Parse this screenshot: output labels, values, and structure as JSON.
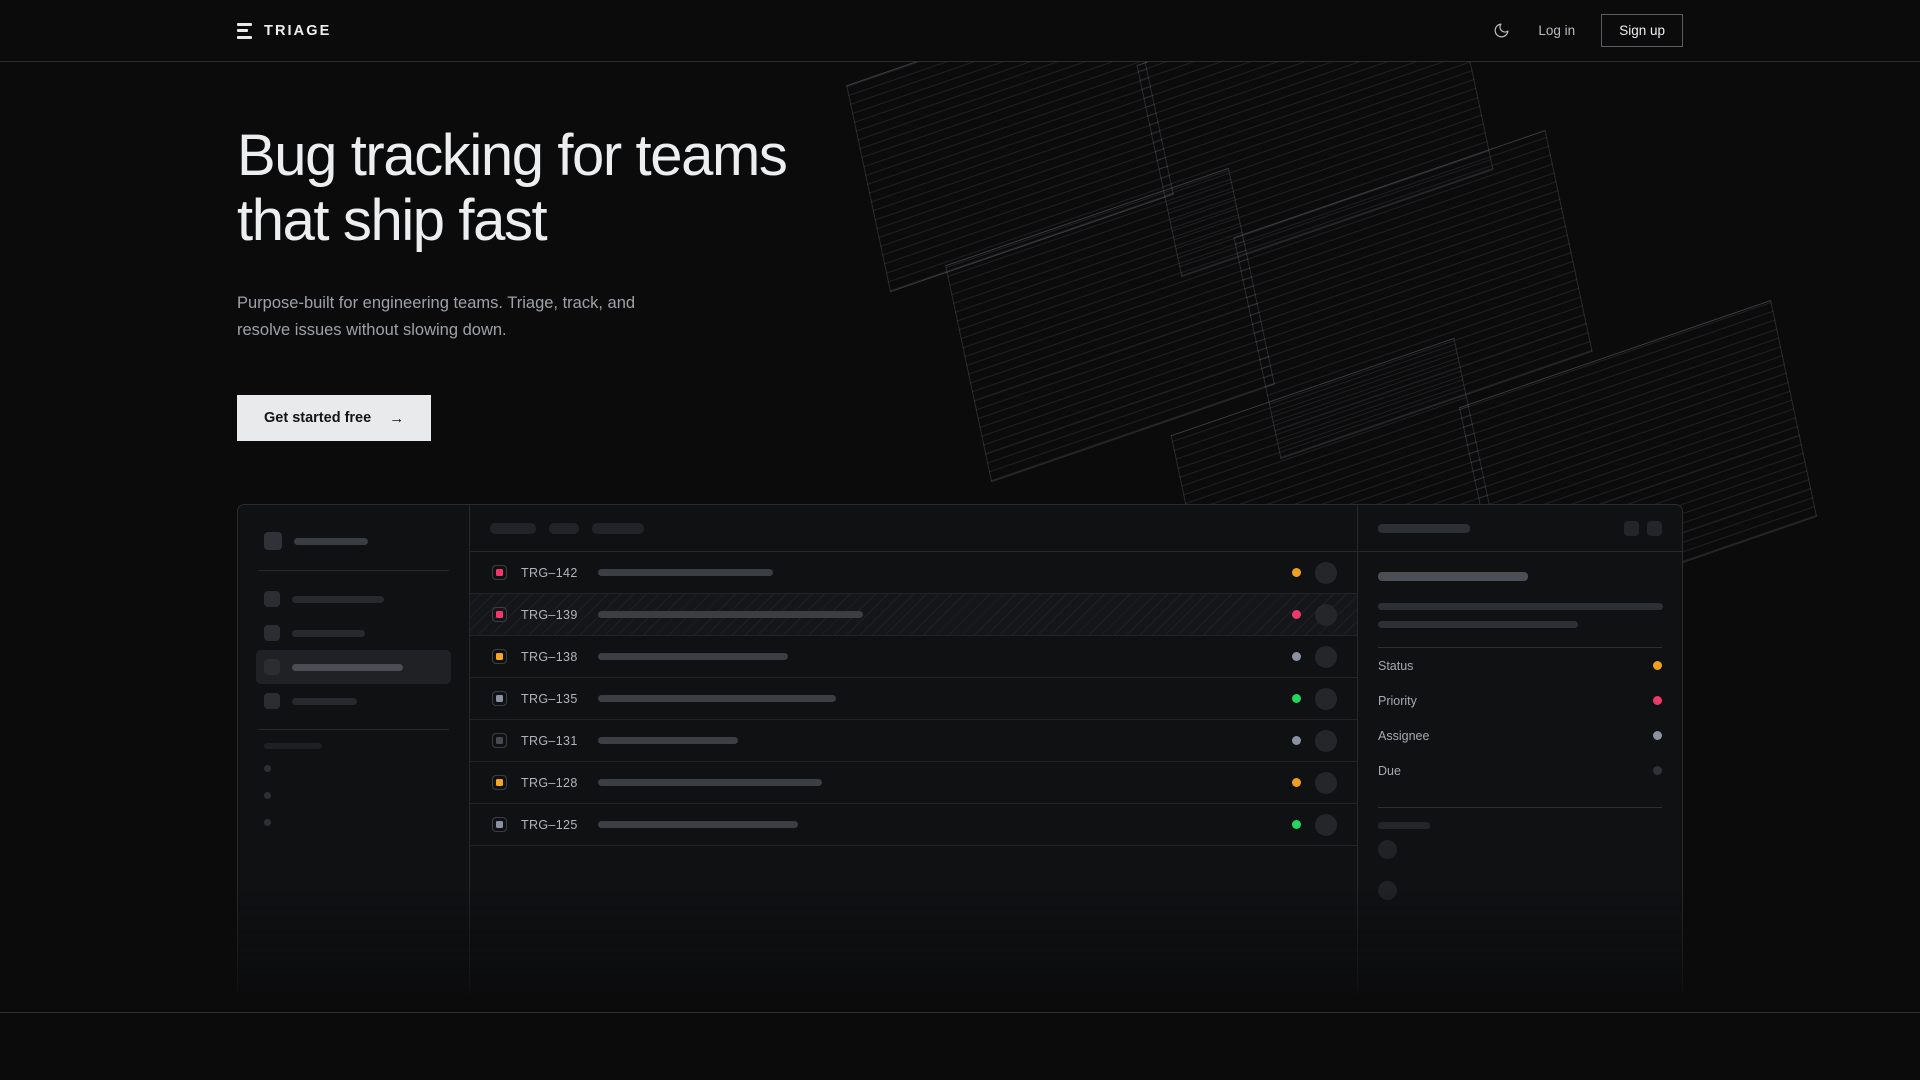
{
  "header": {
    "brand": "TRIAGE",
    "brand_icon": "stacked-bars-logo-icon",
    "theme_toggle_icon": "moon-icon",
    "login_label": "Log in",
    "signup_label": "Sign up"
  },
  "hero": {
    "title_line1": "Bug tracking for teams",
    "title_line2": "that ship fast",
    "subtitle_line1": "Purpose-built for engineering teams. Triage, track, and",
    "subtitle_line2": "resolve issues without slowing down.",
    "cta_label": "Get started free",
    "cta_arrow": "→"
  },
  "mockup": {
    "sidebar": {
      "nav_items": [
        {
          "name": "nav-item-1",
          "width": 92,
          "active": false
        },
        {
          "name": "nav-item-2",
          "width": 73,
          "active": false
        },
        {
          "name": "nav-item-3",
          "width": 111,
          "active": true
        },
        {
          "name": "nav-item-4",
          "width": 65,
          "active": false
        }
      ],
      "dot_items": [
        "dot-item-1",
        "dot-item-2",
        "dot-item-3"
      ],
      "logo_bar_width": 74
    },
    "list": {
      "filter_chips": [
        46,
        30,
        52
      ],
      "rows": [
        {
          "id": "TRG–142",
          "priority_color": "#f1386b",
          "status_color": "#f0a020",
          "title_width": 175,
          "selected": false
        },
        {
          "id": "TRG–139",
          "priority_color": "#f1386b",
          "status_color": "#f1386b",
          "title_width": 265,
          "selected": true
        },
        {
          "id": "TRG–138",
          "priority_color": "#f5a623",
          "status_color": "#8b93a3",
          "title_width": 190,
          "selected": false
        },
        {
          "id": "TRG–135",
          "priority_color": "#8b93a3",
          "status_color": "#22d65e",
          "title_width": 238,
          "selected": false
        },
        {
          "id": "TRG–131",
          "priority_color": "#474a50",
          "status_color": "#8b93a3",
          "title_width": 140,
          "selected": false
        },
        {
          "id": "TRG–128",
          "priority_color": "#f5a623",
          "status_color": "#f0a020",
          "title_width": 224,
          "selected": false
        },
        {
          "id": "TRG–125",
          "priority_color": "#8b93a3",
          "status_color": "#22d65e",
          "title_width": 200,
          "selected": false
        }
      ]
    },
    "detail": {
      "meta": [
        {
          "label": "Status",
          "color": "#f0a020"
        },
        {
          "label": "Priority",
          "color": "#f1386b"
        },
        {
          "label": "Assignee",
          "color": "#8b93a3"
        },
        {
          "label": "Due",
          "color": "#2f3237"
        }
      ],
      "desc_line_widths": [
        285,
        200
      ],
      "title_width": 150
    }
  },
  "colors": {
    "background": "#0b0b0c",
    "panel": "#101113",
    "border": "#2a2c30",
    "text_primary": "#eceef0",
    "text_muted": "#9ea2a8",
    "cta_bg": "#e9eaec",
    "accent_pink": "#f1386b",
    "accent_amber": "#f5a623",
    "accent_green": "#22d65e",
    "accent_slate": "#8b93a3"
  }
}
